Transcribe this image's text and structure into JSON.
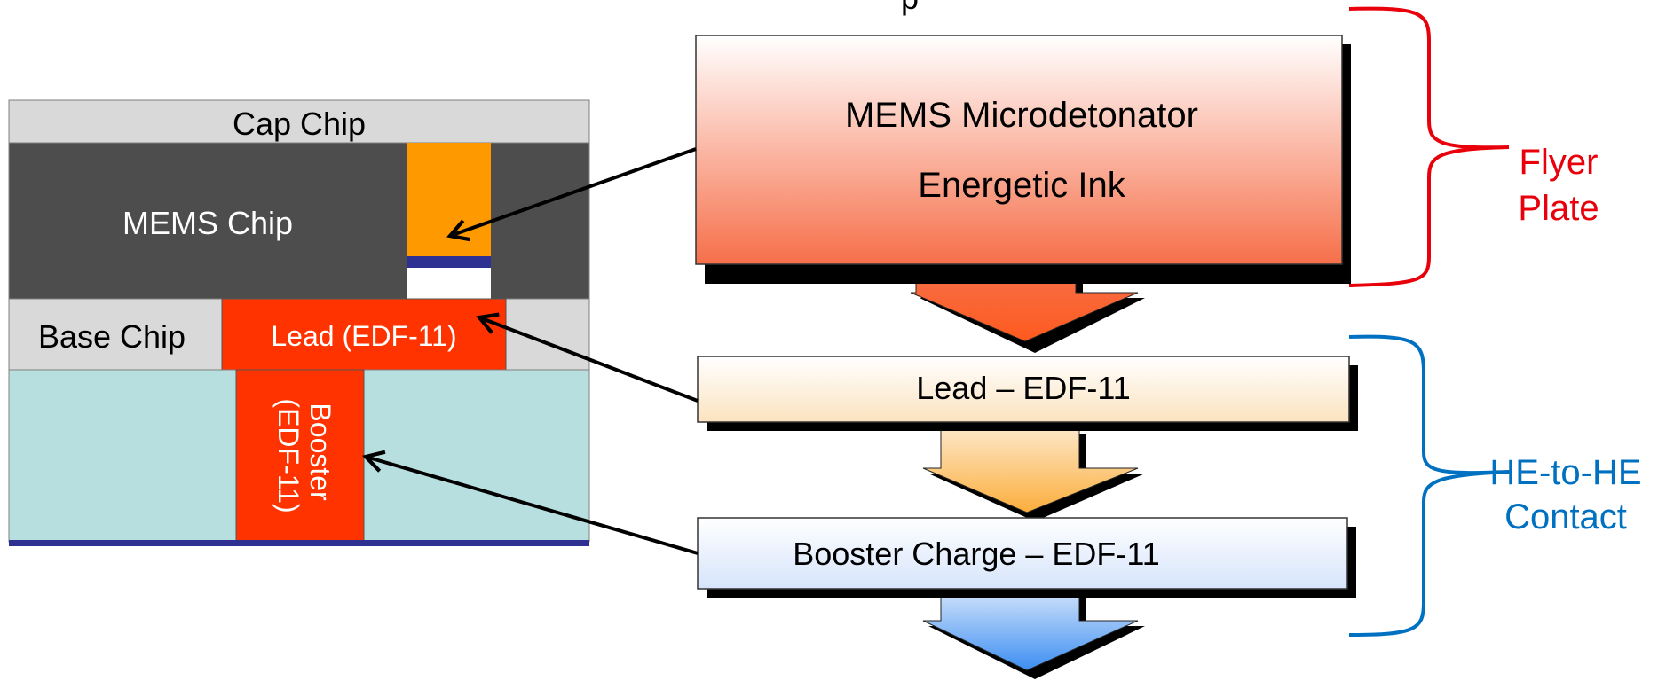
{
  "chip_stack": {
    "cap_chip": "Cap Chip",
    "mems_chip": "MEMS Chip",
    "base_chip": "Base Chip",
    "lead": "Lead (EDF-11)",
    "booster_line1": "Booster",
    "booster_line2": "(EDF-11)"
  },
  "flow": {
    "top_partial": "p",
    "box1_line1": "MEMS Microdetonator",
    "box1_line2": "Energetic Ink",
    "box2": "Lead – EDF-11",
    "box3": "Booster Charge – EDF-11"
  },
  "brackets": {
    "flyer_line1": "Flyer",
    "flyer_line2": "Plate",
    "he_line1": "HE-to-HE",
    "he_line2": "Contact",
    "flyer_color": "#e8000b",
    "he_color": "#0070c0"
  },
  "colors": {
    "cap_chip": "#d9d9d9",
    "mems_chip": "#4d4d4d",
    "ink": "#ff9900",
    "lead": "#ff3300",
    "substrate": "#b7dfe0",
    "blue_layer": "#2e3192"
  }
}
